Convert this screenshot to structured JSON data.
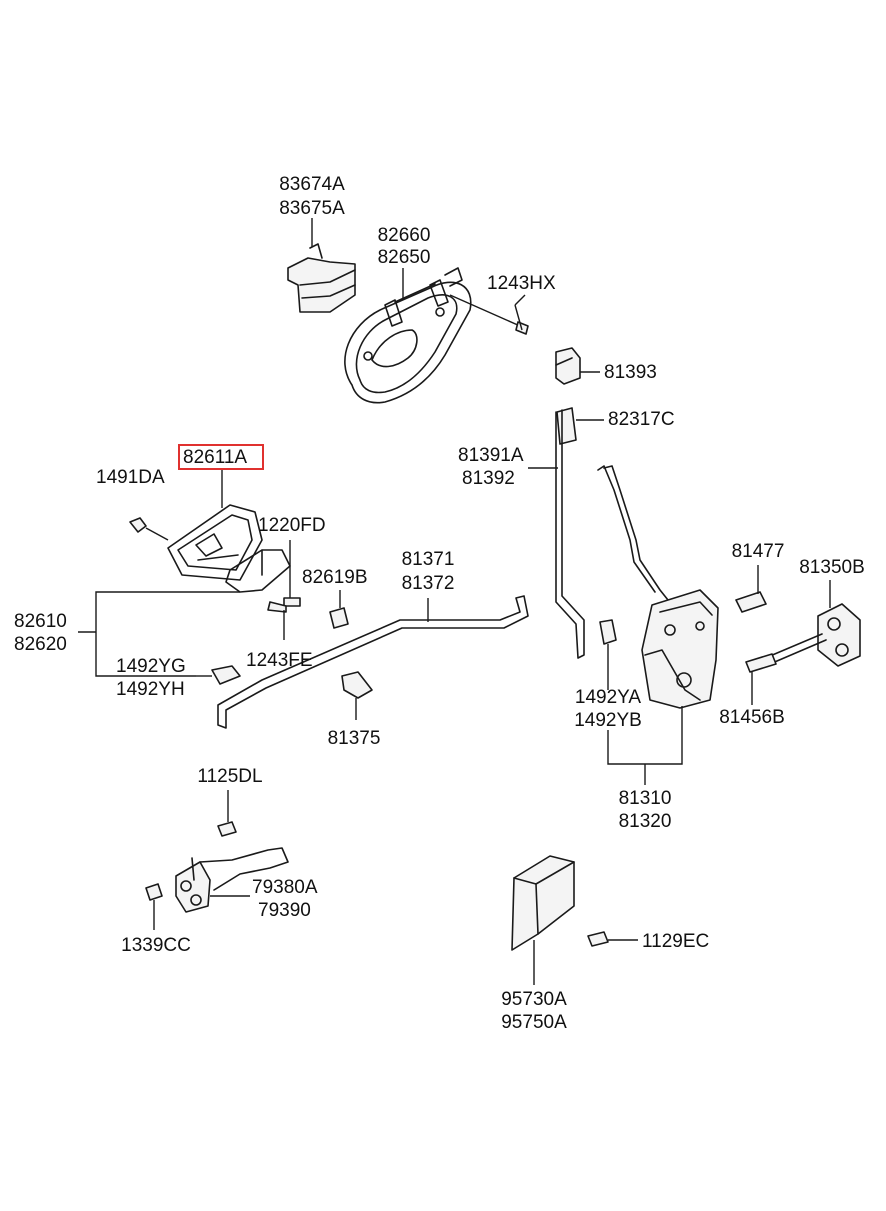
{
  "highlight_color": "#e0312f",
  "highlighted_part": "82611A",
  "labels": {
    "p83674a": "83674A",
    "p83675a": "83675A",
    "p82660": "82660",
    "p82650": "82650",
    "p1243hx": "1243HX",
    "p81393": "81393",
    "p82317c": "82317C",
    "p82611a": "82611A",
    "p1491da": "1491DA",
    "p1220fd": "1220FD",
    "p81391a": "81391A",
    "p81392": "81392",
    "p81371": "81371",
    "p81372": "81372",
    "p82619b": "82619B",
    "p81477": "81477",
    "p81350b": "81350B",
    "p82610": "82610",
    "p82620": "82620",
    "p1243fe": "1243FE",
    "p1492yg": "1492YG",
    "p1492yh": "1492YH",
    "p81375": "81375",
    "p1492ya": "1492YA",
    "p1492yb": "1492YB",
    "p81456b": "81456B",
    "p81310": "81310",
    "p81320": "81320",
    "p1125dl": "1125DL",
    "p79380a": "79380A",
    "p79390": "79390",
    "p1339cc": "1339CC",
    "p1129ec": "1129EC",
    "p95730a": "95730A",
    "p95750a": "95750A"
  }
}
